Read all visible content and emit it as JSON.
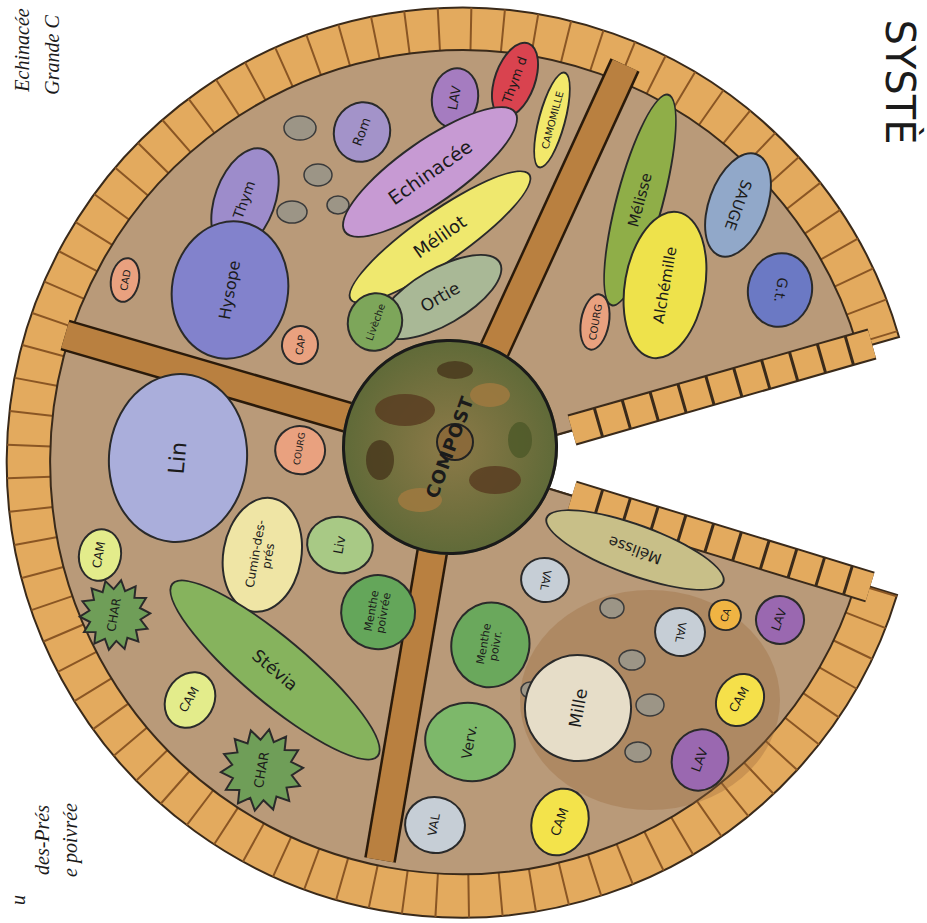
{
  "diagram": {
    "nodes": [
      {
        "text": [
          "Thym d"
        ]
      },
      {
        "text": [
          "LAV"
        ]
      },
      {
        "text": [
          "Rom"
        ]
      },
      {
        "text": [
          "Thym"
        ]
      },
      {
        "text": [
          "Echinacée"
        ]
      },
      {
        "text": [
          "CAMOMILLE"
        ]
      },
      {
        "text": [
          "Mélilot"
        ]
      },
      {
        "text": [
          "Ortie"
        ]
      },
      {
        "text": [
          "Livèche"
        ]
      },
      {
        "text": [
          "Hysope"
        ]
      },
      {
        "text": [
          "CAD"
        ]
      },
      {
        "text": [
          "CAP"
        ]
      },
      {
        "text": [
          "Mélisse"
        ]
      },
      {
        "text": [
          "COURG"
        ]
      },
      {
        "text": [
          "Alchémille"
        ]
      },
      {
        "text": [
          "SAUGE"
        ]
      },
      {
        "text": [
          "G.t."
        ]
      },
      {
        "text": [
          "COMPOST"
        ]
      },
      {
        "text": [
          "Lin"
        ]
      },
      {
        "text": [
          "COURG"
        ]
      },
      {
        "text": [
          "Liv"
        ]
      },
      {
        "text": [
          "Cumin-des-prés"
        ]
      },
      {
        "text": [
          "CAM"
        ]
      },
      {
        "text": [
          "CHAR"
        ]
      },
      {
        "text": [
          "Stévia"
        ]
      },
      {
        "text": [
          "Menthe poivrée"
        ]
      },
      {
        "text": [
          "CAM"
        ]
      },
      {
        "text": [
          "CHAR"
        ]
      },
      {
        "text": [
          "Mélisse"
        ]
      },
      {
        "text": [
          "VAL"
        ]
      },
      {
        "text": [
          "Menthe poivr."
        ]
      },
      {
        "text": [
          "VAL"
        ]
      },
      {
        "text": [
          "CA"
        ]
      },
      {
        "text": [
          "LAV"
        ]
      },
      {
        "text": [
          "Mille"
        ]
      },
      {
        "text": [
          "CAM"
        ]
      },
      {
        "text": [
          "Verv."
        ]
      },
      {
        "text": [
          "LAV"
        ]
      },
      {
        "text": [
          "VAL"
        ]
      },
      {
        "text": [
          "CAM"
        ]
      }
    ],
    "labels": [
      "Echinacée",
      "Grande C",
      "SYSTÈ",
      "u",
      "des-Prés",
      "e poivrée"
    ]
  }
}
